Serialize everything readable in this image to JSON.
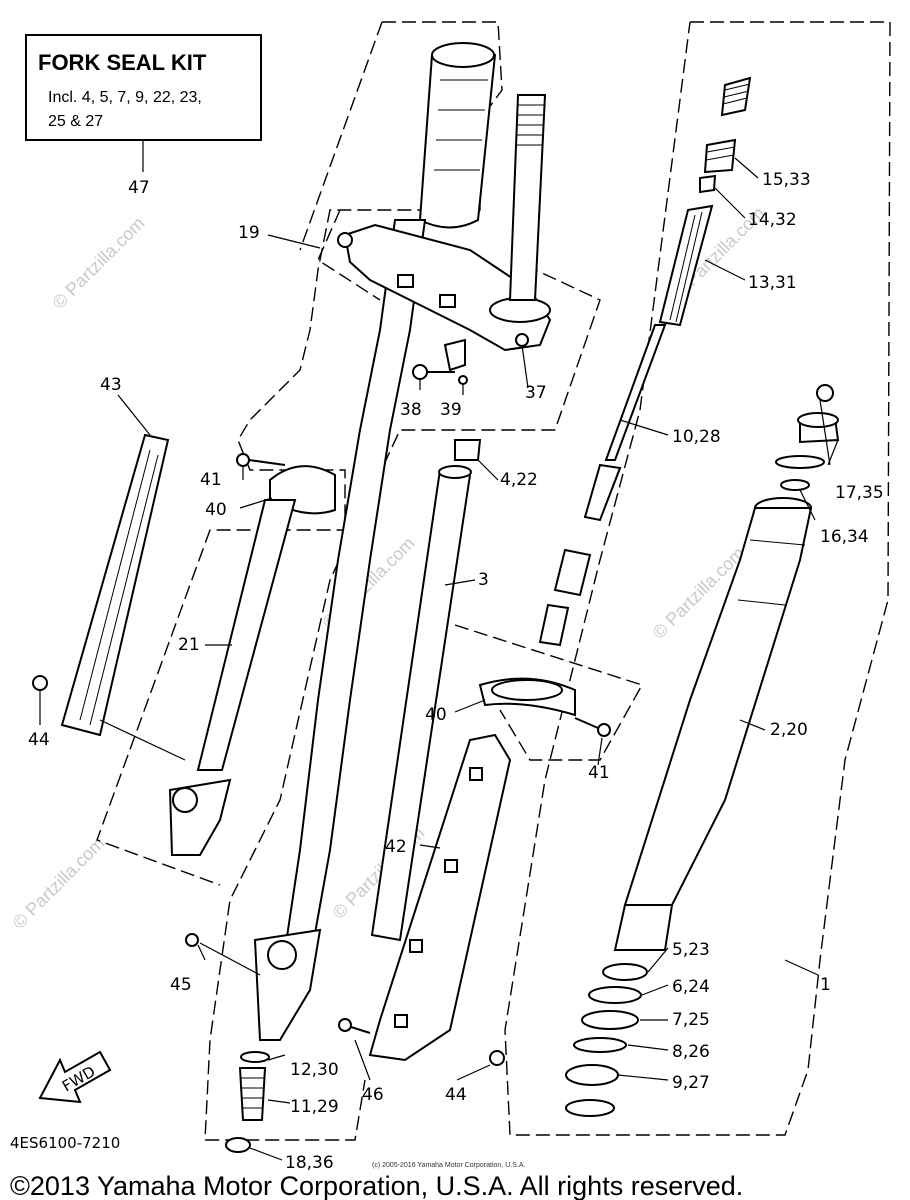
{
  "kit_box": {
    "title": "FORK SEAL KIT",
    "line1": "Incl. 4, 5, 7, 9, 22, 23,",
    "line2": "25 & 27",
    "ref": "47"
  },
  "callouts": {
    "c1": "1",
    "c2": "2,20",
    "c3": "3",
    "c4": "4,22",
    "c5": "5,23",
    "c6": "6,24",
    "c7": "7,25",
    "c8": "8,26",
    "c9": "9,27",
    "c10": "10,28",
    "c11": "11,29",
    "c12": "12,30",
    "c13": "13,31",
    "c14": "14,32",
    "c15": "15,33",
    "c16": "16,34",
    "c17": "17,35",
    "c18": "18,36",
    "c19": "19",
    "c21": "21",
    "c37": "37",
    "c38": "38",
    "c39": "39",
    "c40a": "40",
    "c40b": "40",
    "c41a": "41",
    "c41b": "41",
    "c42": "42",
    "c43": "43",
    "c44a": "44",
    "c44b": "44",
    "c45": "45",
    "c46": "46"
  },
  "fwd_label": "FWD",
  "diagram_code": "4ES6100-7210",
  "small_copyright": "(c) 2005-2016 Yamaha Motor Corporation, U.S.A.",
  "copyright": "©2013 Yamaha Motor Corporation, U.S.A. All rights reserved.",
  "watermark": "© Partzilla.com"
}
